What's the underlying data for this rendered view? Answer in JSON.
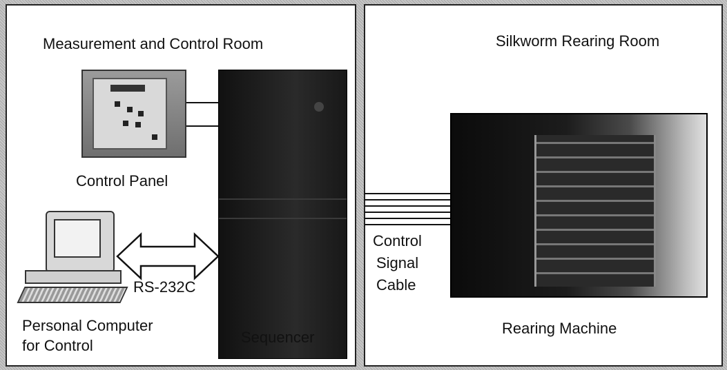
{
  "rooms": {
    "left_title": "Measurement and Control Room",
    "right_title": "Silkworm Rearing Room"
  },
  "components": {
    "control_panel": "Control  Panel",
    "computer_line1": "Personal Computer",
    "computer_line2": "for Control",
    "sequencer": "Sequencer",
    "interface": "RS-232C",
    "cable_line1": "Control",
    "cable_line2": "Signal",
    "cable_line3": "Cable",
    "machine": "Rearing Machine"
  }
}
